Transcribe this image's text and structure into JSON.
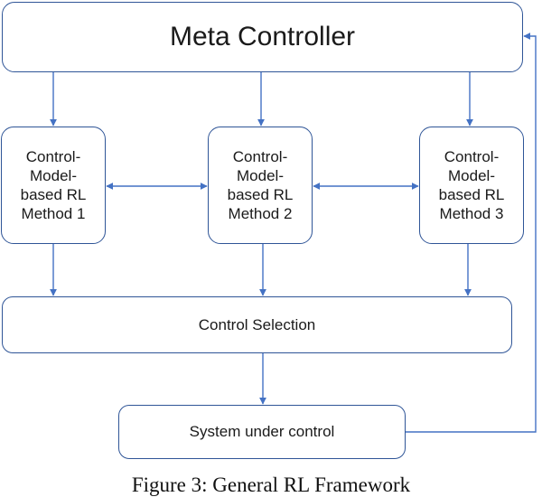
{
  "diagram": {
    "meta_controller": "Meta Controller",
    "methods": [
      "Control-\nModel-\nbased RL\nMethod 1",
      "Control-\nModel-\nbased RL\nMethod 2",
      "Control-\nModel-\nbased RL\nMethod 3"
    ],
    "control_selection": "Control Selection",
    "system_under_control": "System under control",
    "caption": "Figure 3: General RL Framework"
  },
  "colors": {
    "box_border": "#2f5597",
    "arrow": "#4472c4"
  }
}
